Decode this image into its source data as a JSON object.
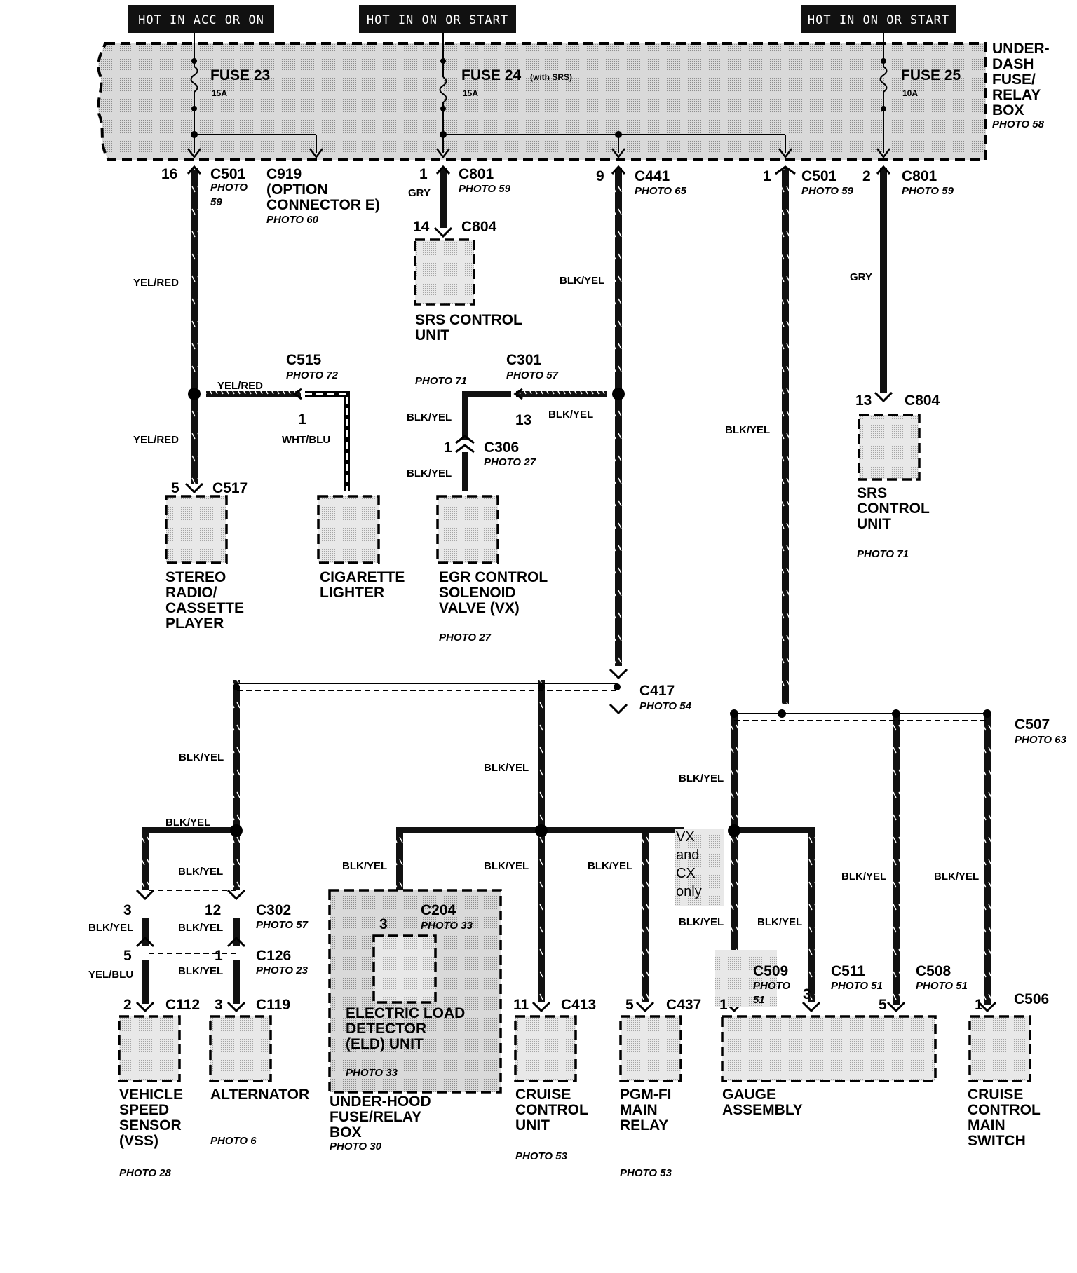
{
  "headers": {
    "acc": "HOT IN ACC OR ON",
    "on_start_1": "HOT IN ON OR START",
    "on_start_2": "HOT IN ON OR START"
  },
  "fuse_box": {
    "lines": [
      "UNDER-",
      "DASH",
      "FUSE/",
      "RELAY",
      "BOX"
    ],
    "photo": "PHOTO 58"
  },
  "fuses": {
    "f23": {
      "name": "FUSE 23",
      "amp": "15A"
    },
    "f24": {
      "name": "FUSE 24",
      "note": "(with SRS)",
      "amp": "15A"
    },
    "f25": {
      "name": "FUSE 25",
      "amp": "10A"
    }
  },
  "pins": {
    "p16": "16",
    "p1a": "1",
    "p9": "9",
    "p1b": "1",
    "p2": "2",
    "p14": "14",
    "p13a": "13",
    "p1c": "1",
    "p13b": "13",
    "p1d": "1",
    "p5a": "5",
    "p3a": "3",
    "p12": "12",
    "p5b": "5",
    "p1e": "1",
    "p2b": "2",
    "p3b": "3",
    "p3c": "3",
    "p11": "11",
    "p5c": "5",
    "p1f": "1",
    "p3d": "3",
    "p5d": "5",
    "p1g": "1"
  },
  "connectors": {
    "c501a": {
      "id": "C501",
      "photo": [
        "PHOTO",
        "59"
      ]
    },
    "c919": {
      "lines": [
        "C919",
        "(OPTION",
        "CONNECTOR E)"
      ],
      "photo": "PHOTO 60"
    },
    "c801a": {
      "id": "C801",
      "photo": "PHOTO 59"
    },
    "c441": {
      "id": "C441",
      "photo": "PHOTO 65"
    },
    "c501b": {
      "id": "C501",
      "photo": "PHOTO 59"
    },
    "c801b": {
      "id": "C801",
      "photo": "PHOTO 59"
    },
    "c804a": {
      "id": "C804"
    },
    "c515": {
      "id": "C515",
      "photo": "PHOTO 72"
    },
    "c301": {
      "id": "C301",
      "photo": "PHOTO 57"
    },
    "c306": {
      "id": "C306",
      "photo": "PHOTO 27"
    },
    "c804b": {
      "id": "C804"
    },
    "c517": {
      "id": "C517"
    },
    "c417": {
      "id": "C417",
      "photo": "PHOTO 54"
    },
    "c507": {
      "id": "C507",
      "photo": "PHOTO 63"
    },
    "c302": {
      "id": "C302",
      "photo": "PHOTO 57"
    },
    "c126": {
      "id": "C126",
      "photo": "PHOTO 23"
    },
    "c112": {
      "id": "C112"
    },
    "c119": {
      "id": "C119"
    },
    "c204": {
      "id": "C204",
      "photo": "PHOTO 33"
    },
    "c413": {
      "id": "C413"
    },
    "c437": {
      "id": "C437"
    },
    "c509": {
      "id": "C509",
      "photo": [
        "PHOTO",
        "51"
      ]
    },
    "c511": {
      "id": "C511",
      "photo": "PHOTO 51"
    },
    "c508": {
      "id": "C508",
      "photo": "PHOTO 51"
    },
    "c506": {
      "id": "C506"
    }
  },
  "wires": {
    "w_yelred_1": "YEL/RED",
    "w_yelred_2": "YEL/RED",
    "w_yelred_3": "YEL/RED",
    "w_whtblu": "WHT/BLU",
    "w_gry_1": "GRY",
    "w_gry_2": "GRY",
    "w_blkyel_c441": "BLK/YEL",
    "w_blkyel_c301": "BLK/YEL",
    "w_blkyel_egr1": "BLK/YEL",
    "w_blkyel_egr2": "BLK/YEL",
    "w_blkyel_c501": "BLK/YEL",
    "w_blkyel_a": "BLK/YEL",
    "w_blkyel_b": "BLK/YEL",
    "w_blkyel_c": "BLK/YEL",
    "w_blkyel_d": "BLK/YEL",
    "w_blkyel_e": "BLK/YEL",
    "w_blkyel_f": "BLK/YEL",
    "w_blkyel_g": "BLK/YEL",
    "w_blkyel_h": "BLK/YEL",
    "w_blkyel_i": "BLK/YEL",
    "w_blkyel_j": "BLK/YEL",
    "w_blkyel_k": "BLK/YEL",
    "w_blkyel_l": "BLK/YEL",
    "w_blkyel_m": "BLK/YEL",
    "w_blkyel_n": "BLK/YEL",
    "w_blkyel_o": "BLK/YEL",
    "w_yelblu": "YEL/BLU"
  },
  "components": {
    "srs1": {
      "lines": [
        "SRS CONTROL",
        "UNIT"
      ],
      "photo": "PHOTO 71"
    },
    "stereo": {
      "lines": [
        "STEREO",
        "RADIO/",
        "CASSETTE",
        "PLAYER"
      ]
    },
    "cig": {
      "lines": [
        "CIGARETTE",
        "LIGHTER"
      ]
    },
    "egr": {
      "lines": [
        "EGR CONTROL",
        "SOLENOID",
        "VALVE (VX)"
      ],
      "photo": "PHOTO 27"
    },
    "srs2": {
      "lines": [
        "SRS",
        "CONTROL",
        "UNIT"
      ],
      "photo": "PHOTO 71"
    },
    "vss": {
      "lines": [
        "VEHICLE",
        "SPEED",
        "SENSOR",
        "(VSS)"
      ],
      "photo": "PHOTO 28"
    },
    "alt": {
      "lines": [
        "ALTERNATOR"
      ],
      "photo": "PHOTO 6"
    },
    "eld": {
      "lines": [
        "ELECTRIC LOAD",
        "DETECTOR",
        "(ELD) UNIT"
      ],
      "photo": "PHOTO 33"
    },
    "uhbox": {
      "lines": [
        "UNDER-HOOD",
        "FUSE/RELAY",
        "BOX"
      ],
      "photo": "PHOTO 30"
    },
    "cruise_unit": {
      "lines": [
        "CRUISE",
        "CONTROL",
        "UNIT"
      ],
      "photo": "PHOTO 53"
    },
    "pgm": {
      "lines": [
        "PGM-FI",
        "MAIN",
        "RELAY"
      ],
      "photo": "PHOTO 53"
    },
    "gauge": {
      "lines": [
        "GAUGE",
        "ASSEMBLY"
      ]
    },
    "cruise_switch": {
      "lines": [
        "CRUISE",
        "CONTROL",
        "MAIN",
        "SWITCH"
      ]
    }
  },
  "vx_note": [
    "VX",
    "and",
    "CX",
    "only"
  ]
}
